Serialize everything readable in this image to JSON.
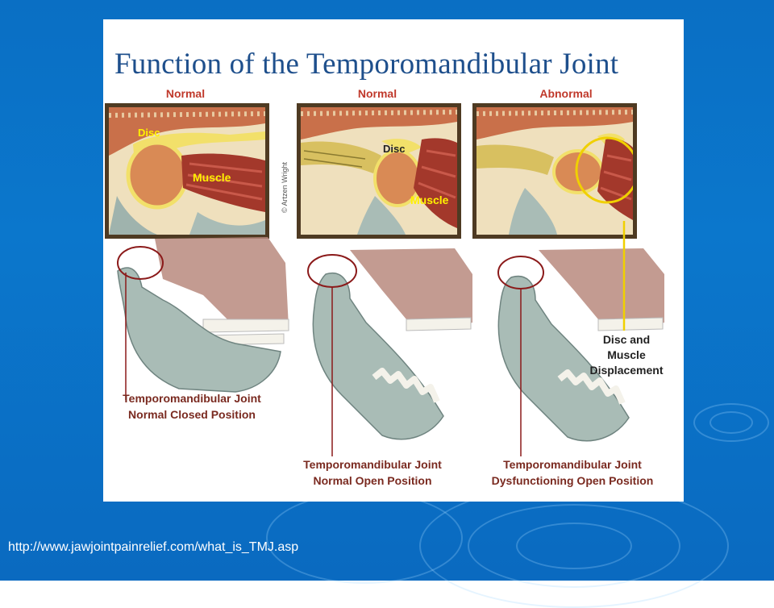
{
  "slide": {
    "title": "Function of the Temporomandibular Joint",
    "source_url": "http://www.jawjointpainrelief.com/what_is_TMJ.asp",
    "background_color": "#0b74c8",
    "copyright": "© Artzen Wright"
  },
  "columns": [
    {
      "heading": "Normal",
      "panel_labels": {
        "disc": "Disc",
        "muscle": "Muscle"
      },
      "caption_line1": "Temporomandibular Joint",
      "caption_line2": "Normal Closed Position"
    },
    {
      "heading": "Normal",
      "panel_labels": {
        "disc": "Disc",
        "muscle": "Muscle"
      },
      "caption_line1": "Temporomandibular Joint",
      "caption_line2": "Normal Open Position"
    },
    {
      "heading": "Abnormal",
      "caption_line1": "Temporomandibular Joint",
      "caption_line2": "Dysfunctioning Open Position"
    }
  ],
  "callout": {
    "line1": "Disc and",
    "line2": "Muscle",
    "line3": "Displacement"
  },
  "colors": {
    "title": "#1e4f8c",
    "heading": "#c0392b",
    "caption": "#7a2a20",
    "panel_label": "#fff000",
    "highlight_ring": "#f0d000",
    "joint_ring": "#8b1a1a",
    "bone": "#a9bcb6",
    "muscle": "#a3382b",
    "disc": "#f2e06a"
  }
}
